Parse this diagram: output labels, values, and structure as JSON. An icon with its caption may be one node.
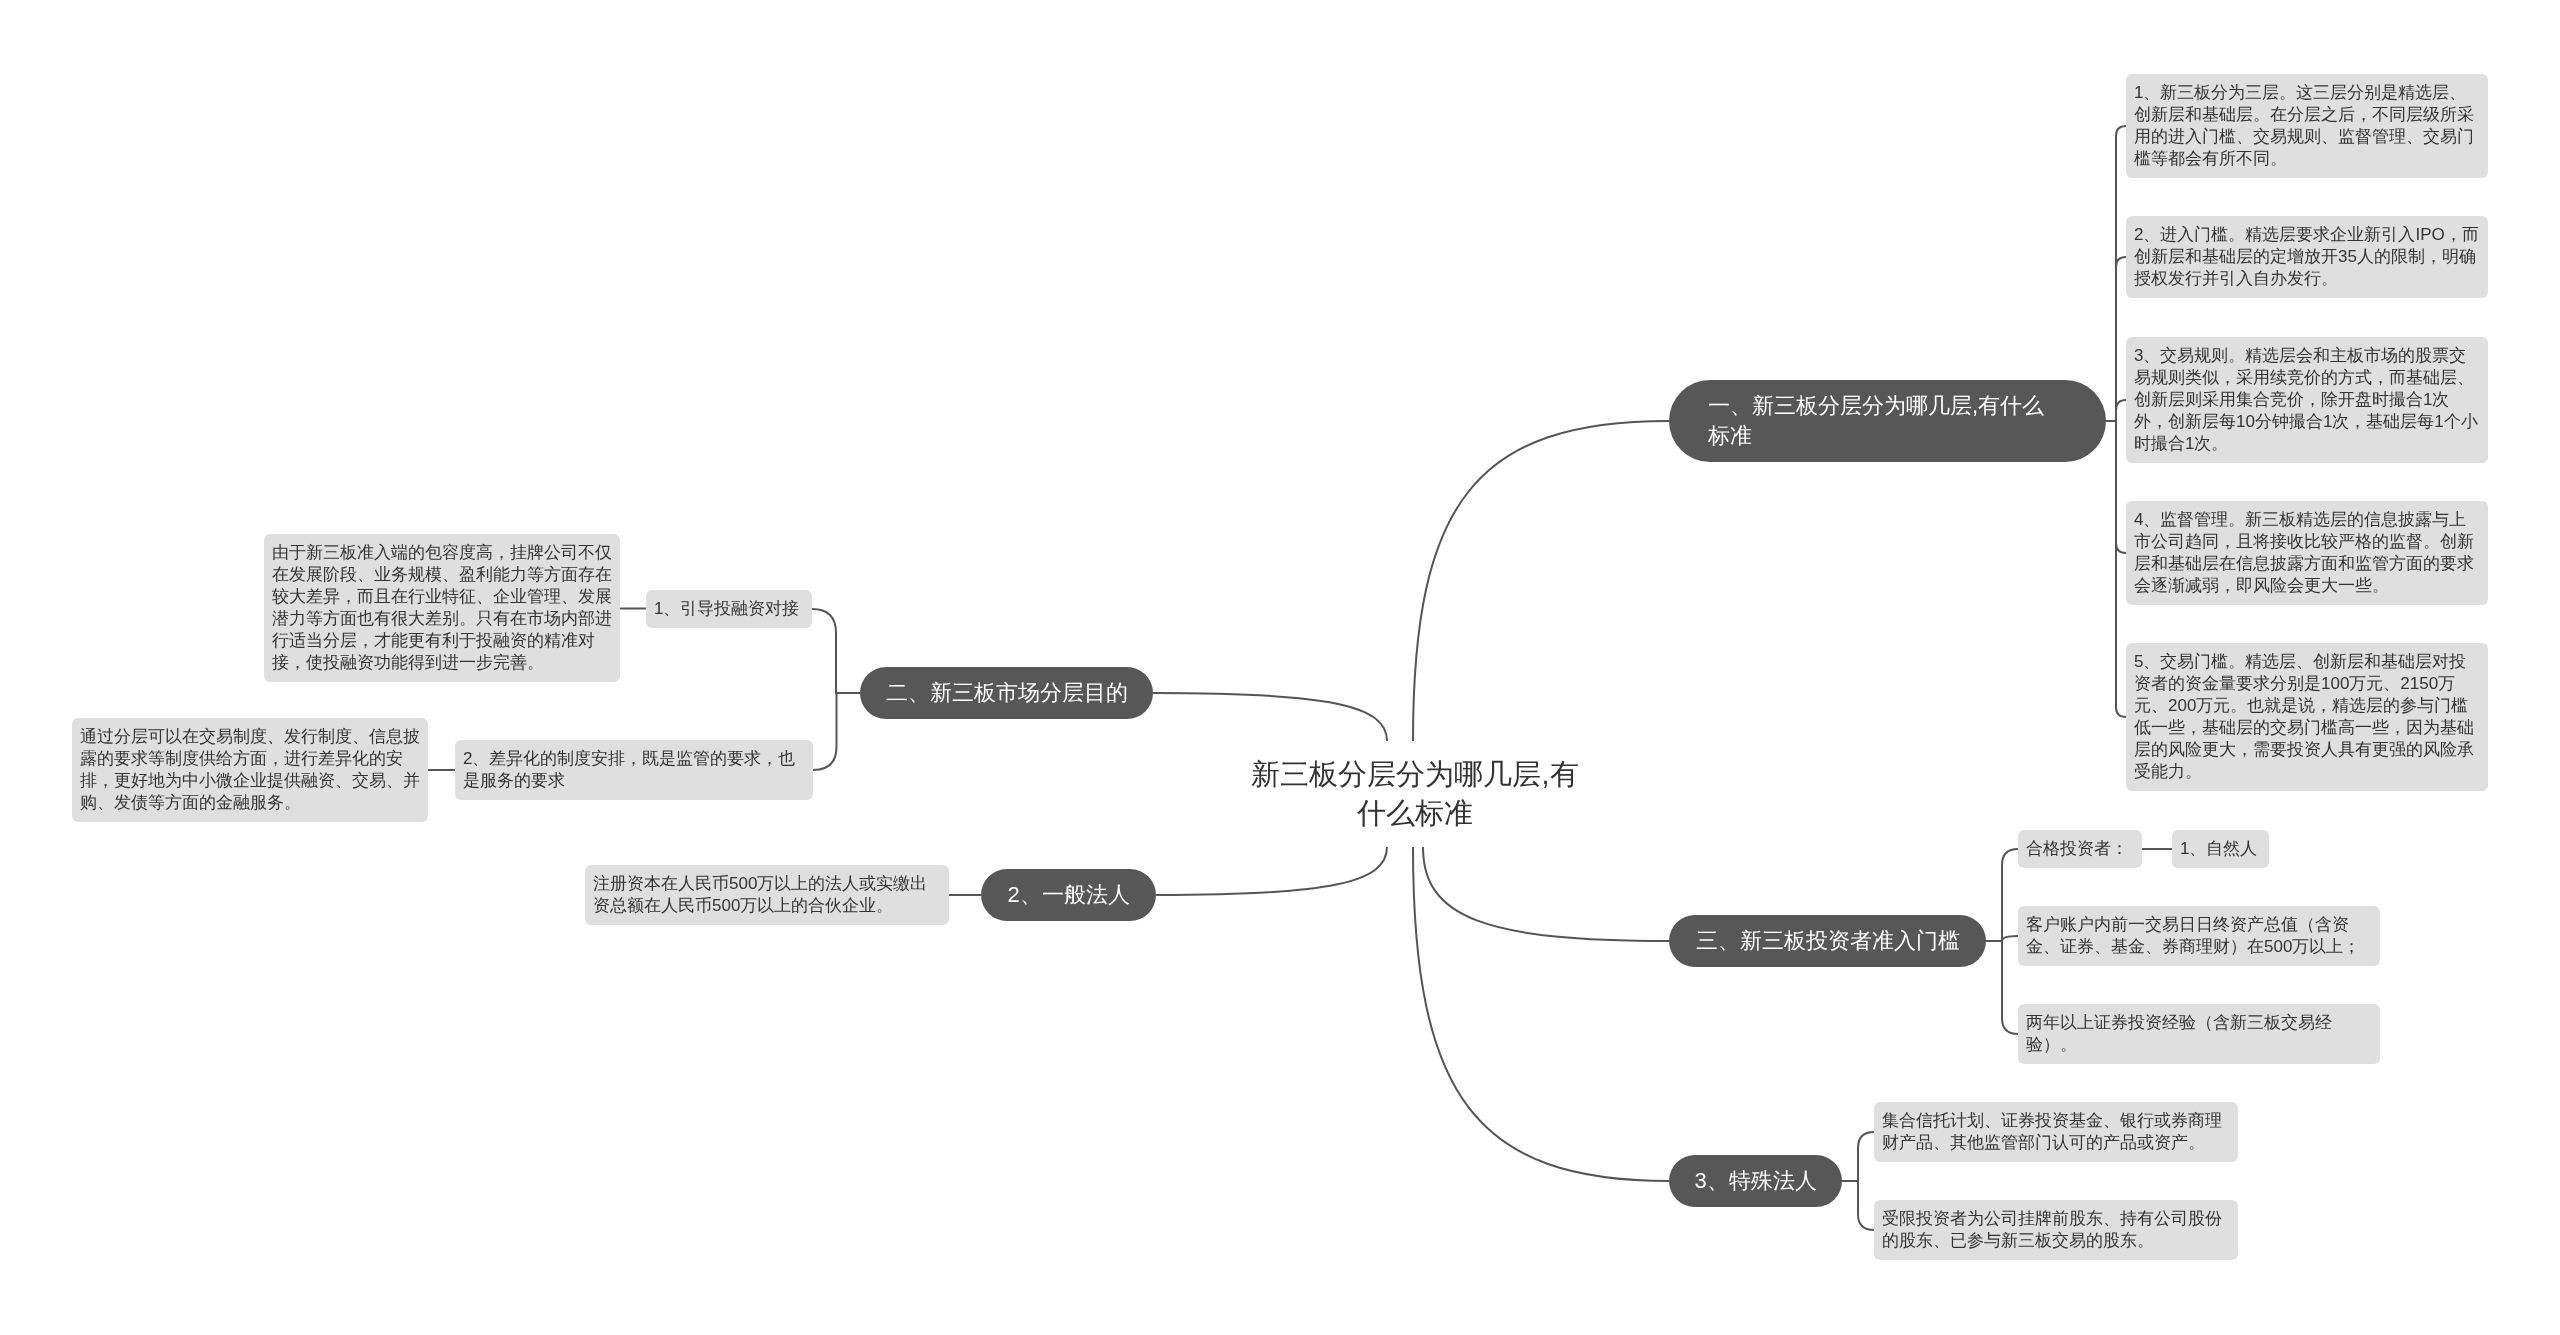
{
  "diagram": {
    "nodes": [
      {
        "text": [
          "新三板分层分为哪几层,有什么标准"
        ]
      },
      {
        "text": [
          "一、新三板分层分为哪几层,有什么标准"
        ]
      },
      {
        "text": [
          "1、新三板分为三层。这三层分别是精选层、创新层和基础层。在分层之后，不同层级所采用的进入门槛、交易规则、监督管理、交易门槛等都会有所不同。"
        ]
      },
      {
        "text": [
          "2、进入门槛。精选层要求企业新引入IPO，而创新层和基础层的定增放开35人的限制，明确授权发行并引入自办发行。"
        ]
      },
      {
        "text": [
          "3、交易规则。精选层会和主板市场的股票交易规则类似，采用续竞价的方式，而基础层、创新层则采用集合竞价，除开盘时撮合1次外，创新层每10分钟撮合1次，基础层每1个小时撮合1次。"
        ]
      },
      {
        "text": [
          "4、监督管理。新三板精选层的信息披露与上市公司趋同，且将接收比较严格的监督。创新层和基础层在信息披露方面和监管方面的要求会逐渐减弱，即风险会更大一些。"
        ]
      },
      {
        "text": [
          "5、交易门槛。精选层、创新层和基础层对投资者的资金量要求分别是100万元、2150万元、200万元。也就是说，精选层的参与门槛低一些，基础层的交易门槛高一些，因为基础层的风险更大，需要投资人具有更强的风险承受能力。"
        ]
      },
      {
        "text": [
          "二、新三板市场分层目的"
        ]
      },
      {
        "text": [
          "1、引导投融资对接"
        ]
      },
      {
        "text": [
          "由于新三板准入端的包容度高，挂牌公司不仅在发展阶段、业务规模、盈利能力等方面存在较大差异，而且在行业特征、企业管理、发展潜力等方面也有很大差别。只有在市场内部进行适当分层，才能更有利于投融资的精准对接，使投融资功能得到进一步完善。"
        ]
      },
      {
        "text": [
          "2、差异化的制度安排，既是监管的要求，也是服务的要求"
        ]
      },
      {
        "text": [
          "通过分层可以在交易制度、发行制度、信息披露的要求等制度供给方面，进行差异化的安排，更好地为中小微企业提供融资、交易、并购、发债等方面的金融服务。"
        ]
      },
      {
        "text": [
          "2、一般法人"
        ]
      },
      {
        "text": [
          "注册资本在人民币500万以上的法人或实缴出资总额在人民币500万以上的合伙企业。"
        ]
      },
      {
        "text": [
          "三、新三板投资者准入门槛"
        ]
      },
      {
        "text": [
          "合格投资者："
        ]
      },
      {
        "text": [
          "1、自然人"
        ]
      },
      {
        "text": [
          "客户账户内前一交易日日终资产总值（含资金、证券、基金、券商理财）在500万以上；"
        ]
      },
      {
        "text": [
          "两年以上证券投资经验（含新三板交易经验）。"
        ]
      },
      {
        "text": [
          "3、特殊法人"
        ]
      },
      {
        "text": [
          "集合信托计划、证券投资基金、银行或券商理财产品、其他监管部门认可的产品或资产。"
        ]
      },
      {
        "text": [
          "受限投资者为公司挂牌前股东、持有公司股份的股东、已参与新三板交易的股东。"
        ]
      }
    ],
    "edges": [
      {
        "from": 0,
        "to": 1,
        "arrow": "none"
      },
      {
        "from": 1,
        "to": 2,
        "arrow": "none"
      },
      {
        "from": 1,
        "to": 3,
        "arrow": "none"
      },
      {
        "from": 1,
        "to": 4,
        "arrow": "none"
      },
      {
        "from": 1,
        "to": 5,
        "arrow": "none"
      },
      {
        "from": 1,
        "to": 6,
        "arrow": "none"
      },
      {
        "from": 0,
        "to": 7,
        "arrow": "none"
      },
      {
        "from": 7,
        "to": 8,
        "arrow": "none"
      },
      {
        "from": 8,
        "to": 9,
        "arrow": "none"
      },
      {
        "from": 7,
        "to": 10,
        "arrow": "none"
      },
      {
        "from": 10,
        "to": 11,
        "arrow": "none"
      },
      {
        "from": 0,
        "to": 12,
        "arrow": "none"
      },
      {
        "from": 12,
        "to": 13,
        "arrow": "none"
      },
      {
        "from": 0,
        "to": 14,
        "arrow": "none"
      },
      {
        "from": 14,
        "to": 15,
        "arrow": "none"
      },
      {
        "from": 15,
        "to": 16,
        "arrow": "none"
      },
      {
        "from": 14,
        "to": 17,
        "arrow": "none"
      },
      {
        "from": 14,
        "to": 18,
        "arrow": "none"
      },
      {
        "from": 0,
        "to": 19,
        "arrow": "none"
      },
      {
        "from": 19,
        "to": 20,
        "arrow": "none"
      },
      {
        "from": 19,
        "to": 21,
        "arrow": "none"
      }
    ]
  }
}
